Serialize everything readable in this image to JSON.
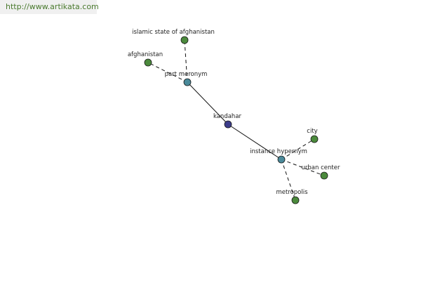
{
  "banner": {
    "url_text": "http://www.artikata.com"
  },
  "colors": {
    "term_node": "#4b8a3c",
    "relation_node": "#4a8a9a",
    "center_node": "#3c3c8a",
    "edge": "#111111",
    "url_text": "#4a7a2e"
  },
  "nodes": [
    {
      "id": "islamic",
      "label": "islamic state of afghanistan",
      "kind": "term"
    },
    {
      "id": "afghanistan",
      "label": "afghanistan",
      "kind": "term"
    },
    {
      "id": "part_meronym",
      "label": "part meronym",
      "kind": "relation"
    },
    {
      "id": "kandahar",
      "label": "kandahar",
      "kind": "center"
    },
    {
      "id": "city",
      "label": "city",
      "kind": "term"
    },
    {
      "id": "instance_hypernym",
      "label": "instance hypernym",
      "kind": "relation"
    },
    {
      "id": "urban_center",
      "label": "urban center",
      "kind": "term"
    },
    {
      "id": "metropolis",
      "label": "metropolis",
      "kind": "term"
    }
  ],
  "edges": [
    {
      "from": "part_meronym",
      "to": "islamic",
      "style": "dashed"
    },
    {
      "from": "part_meronym",
      "to": "afghanistan",
      "style": "dashed"
    },
    {
      "from": "kandahar",
      "to": "part_meronym",
      "style": "solid"
    },
    {
      "from": "kandahar",
      "to": "instance_hypernym",
      "style": "solid"
    },
    {
      "from": "instance_hypernym",
      "to": "city",
      "style": "dashed"
    },
    {
      "from": "instance_hypernym",
      "to": "urban_center",
      "style": "dashed"
    },
    {
      "from": "instance_hypernym",
      "to": "metropolis",
      "style": "dashed"
    }
  ]
}
